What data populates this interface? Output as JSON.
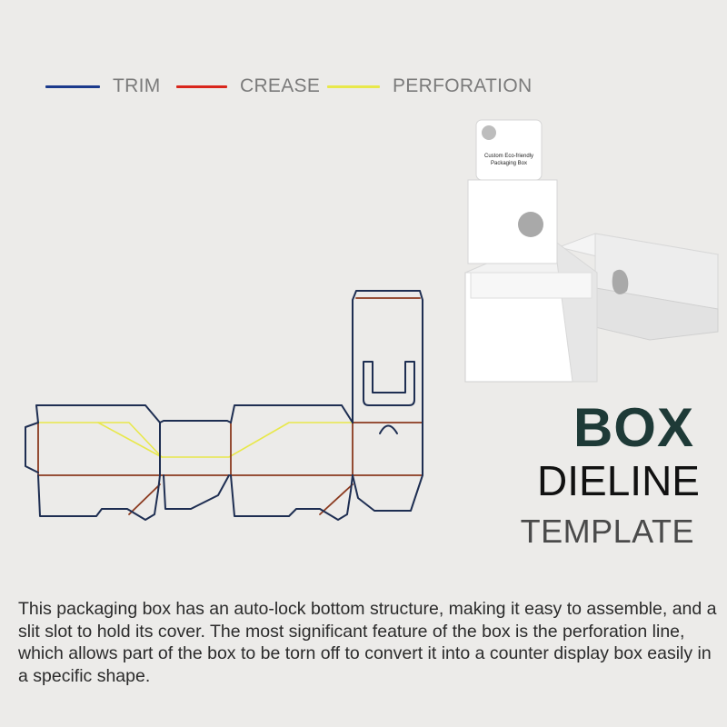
{
  "legend": {
    "items": [
      {
        "label": "TRIM",
        "color": "#1b3a8c"
      },
      {
        "label": "CREASE",
        "color": "#d9261c"
      },
      {
        "label": "PERFORATION",
        "color": "#e8e84a"
      }
    ]
  },
  "mockup": {
    "header_text_line1": "Custom Eco-friendly",
    "header_text_line2": "Packaging Box"
  },
  "title": {
    "line1": "BOX",
    "line2": "DIELINE",
    "line3": "TEMPLATE"
  },
  "description": "This packaging box has an auto-lock bottom structure, making it easy to assemble, and a slit slot to hold its cover. The most significant feature of the box is the perforation line, which allows part of the box to be torn off to convert it into a counter display box easily in a specific shape.",
  "colors": {
    "trim": "#1e2e52",
    "crease": "#8b3a1f",
    "perforation": "#e8e84a",
    "background": "#ecebe9",
    "title_accent": "#1e3a37"
  }
}
